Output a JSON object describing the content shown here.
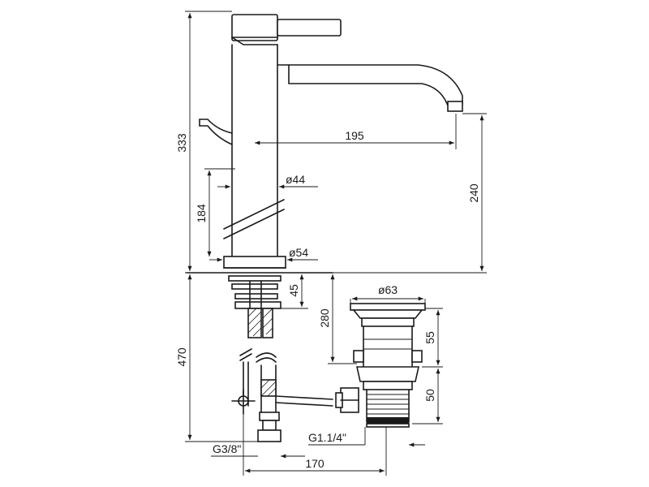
{
  "dimensions": {
    "total_height": "333",
    "spout_reach": "195",
    "body_diameter": "ø44",
    "lever_height": "184",
    "base_diameter": "ø54",
    "spout_height": "240",
    "deck_thickness": "45",
    "waste_diameter": "ø63",
    "waste_length": "280",
    "waste_upper": "55",
    "under_deck": "470",
    "waste_lower": "50",
    "waste_thread": "G1.1/4\"",
    "supply_thread": "G3/8\"",
    "waste_offset": "170"
  },
  "icons": {
    "drawing": "mixer-tap-technical-drawing-icon"
  }
}
